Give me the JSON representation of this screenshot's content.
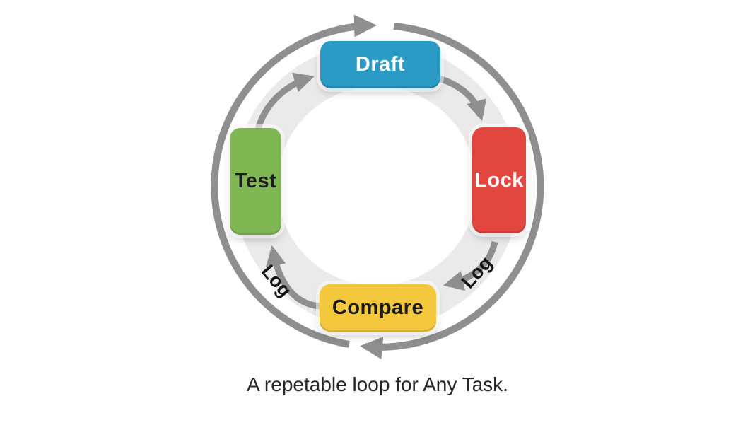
{
  "diagram": {
    "type": "cycle",
    "flow": "clockwise",
    "caption": "A repetable loop for Any Task.",
    "nodes": [
      {
        "id": "draft",
        "label": "Draft",
        "color": "#2b9ac5",
        "text_color": "#ffffff",
        "position": "top"
      },
      {
        "id": "lock",
        "label": "Lock",
        "color": "#e2473f",
        "text_color": "#ffffff",
        "position": "right"
      },
      {
        "id": "compare",
        "label": "Compare",
        "color": "#f3c83c",
        "text_color": "#1b1b1b",
        "position": "bottom"
      },
      {
        "id": "test",
        "label": "Test",
        "color": "#7fb853",
        "text_color": "#1b1b1b",
        "position": "left"
      }
    ],
    "edges": [
      {
        "from": "draft",
        "to": "lock",
        "label": ""
      },
      {
        "from": "lock",
        "to": "compare",
        "label": "Log"
      },
      {
        "from": "compare",
        "to": "test",
        "label": "Log"
      },
      {
        "from": "test",
        "to": "draft",
        "label": ""
      }
    ],
    "colors": {
      "outer_ring": "#8f8f8f",
      "inner_arrows": "#8f8f8f",
      "pale_band": "#eaeaea",
      "background": "#ffffff",
      "caption_text": "#262626"
    }
  }
}
